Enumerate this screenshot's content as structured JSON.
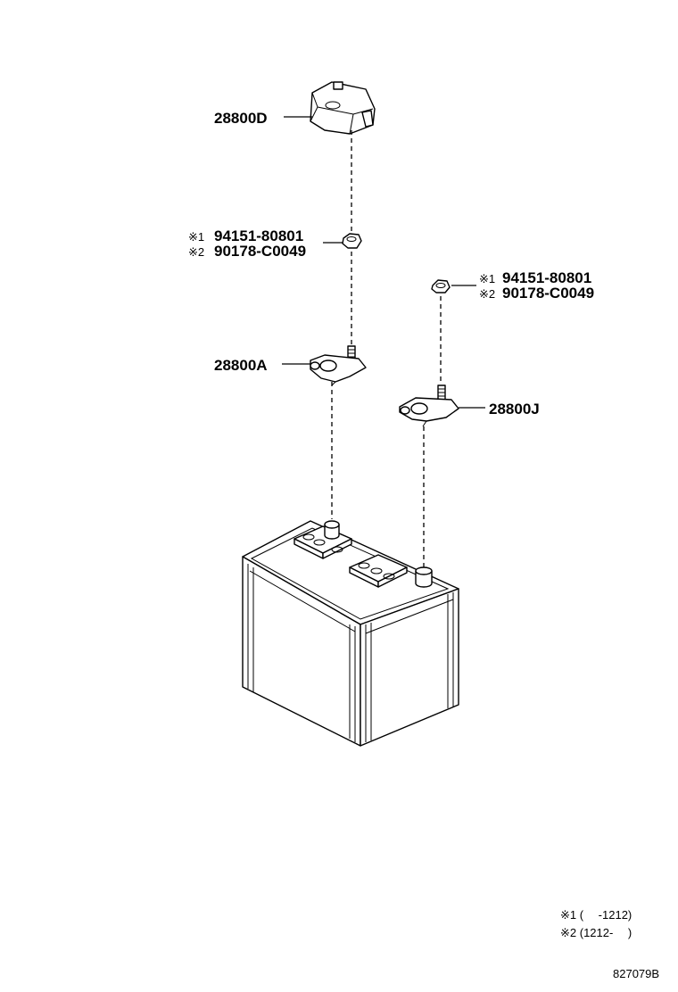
{
  "callouts": {
    "cover": "28800D",
    "nut_left": {
      "mark1": "※1",
      "part1": "94151-80801",
      "mark2": "※2",
      "part2": "90178-C0049"
    },
    "nut_right": {
      "mark1": "※1",
      "part1": "94151-80801",
      "mark2": "※2",
      "part2": "90178-C0049"
    },
    "terminal_left": "28800A",
    "terminal_right": "28800J"
  },
  "legend": {
    "note1": "※1 (　 -1212)",
    "note2": "※2 (1212-　 )"
  },
  "figure_id": "827079B",
  "icons": {
    "cover": "terminal-cover-icon",
    "nut": "hex-nut-icon",
    "terminal": "battery-terminal-icon",
    "battery": "battery-icon"
  }
}
